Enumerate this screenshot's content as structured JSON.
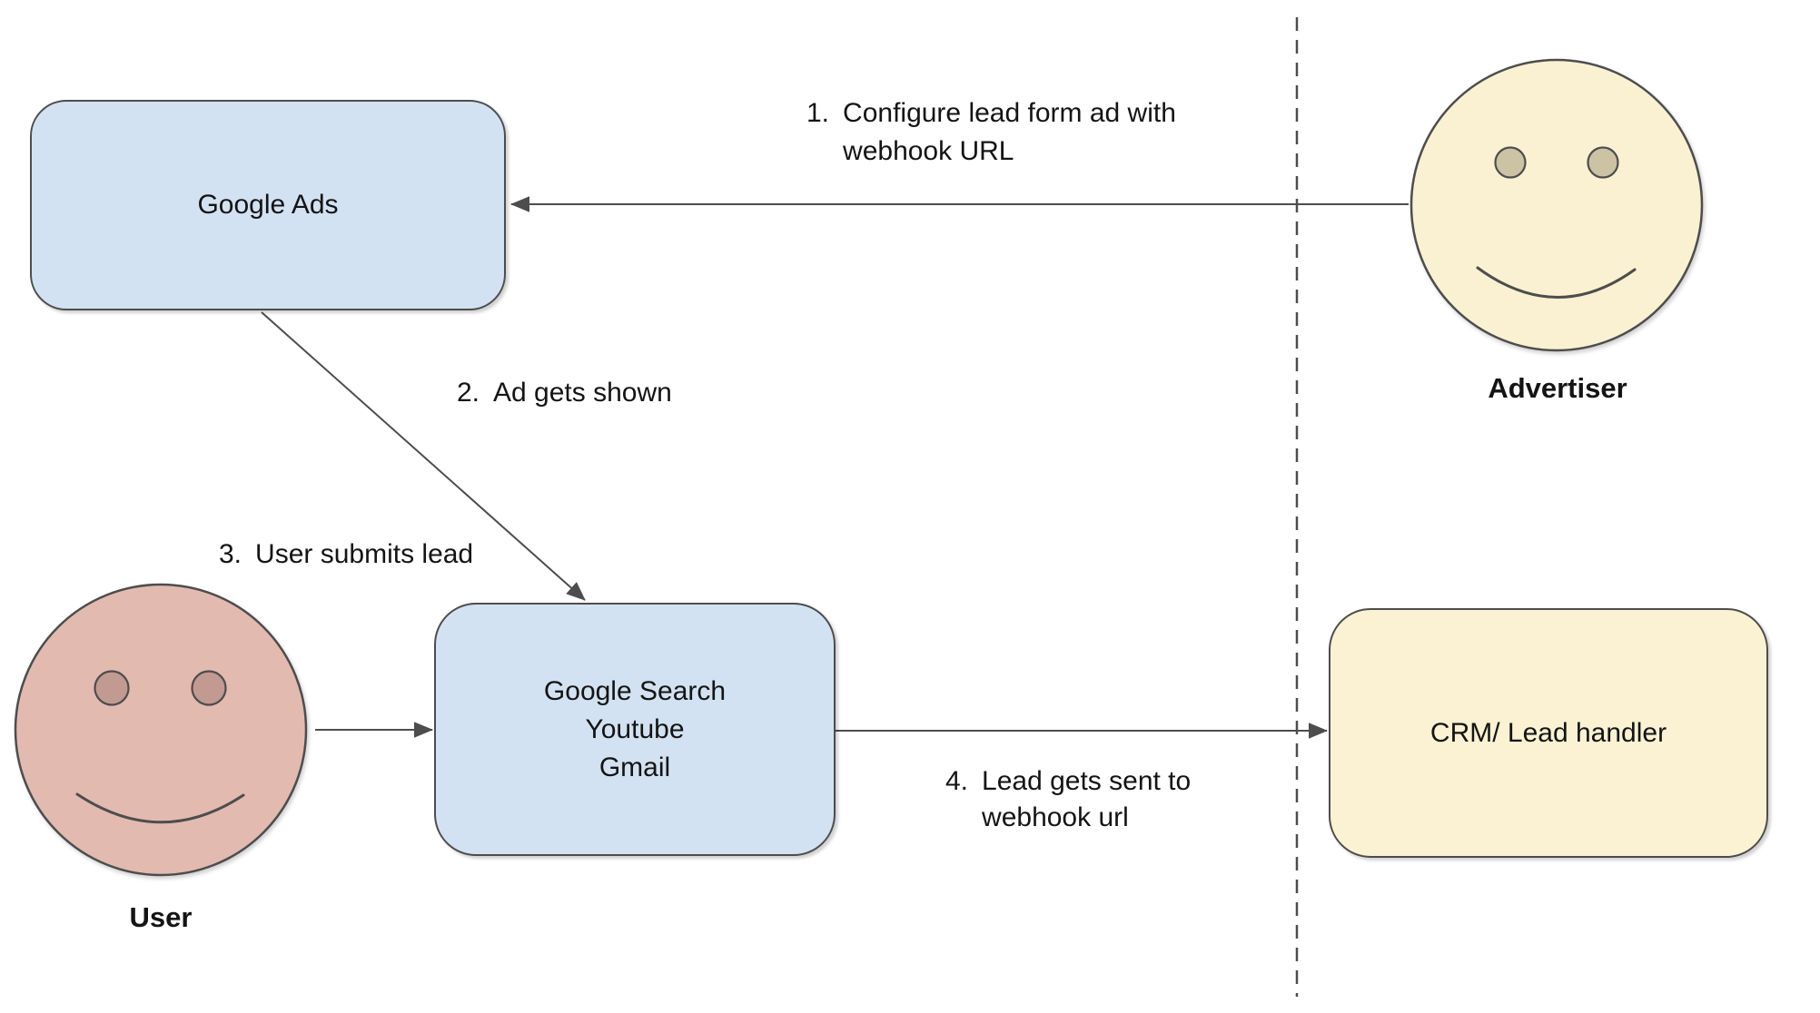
{
  "diagram": {
    "nodes": {
      "google_ads": {
        "label": "Google Ads"
      },
      "surfaces": {
        "line1": "Google Search",
        "line2": "Youtube",
        "line3": "Gmail"
      },
      "crm": {
        "label": "CRM/ Lead handler"
      }
    },
    "actors": {
      "advertiser": {
        "label": "Advertiser"
      },
      "user": {
        "label": "User"
      }
    },
    "steps": [
      {
        "num": "1.",
        "line1": "Configure lead form ad with",
        "line2": "webhook URL"
      },
      {
        "num": "2.",
        "line1": "Ad gets shown"
      },
      {
        "num": "3.",
        "line1": "User submits lead"
      },
      {
        "num": "4.",
        "line1": "Lead gets sent to",
        "line2": "webhook url"
      }
    ],
    "colors": {
      "background": "#ffffff",
      "stroke": "#4d4d4d",
      "text": "#141414",
      "blue_node_fill": "#d3e2f2",
      "yellow_node_fill": "#faf2d2",
      "advertiser_face_fill": "#faf1d2",
      "advertiser_eye_fill": "#cbc3a4",
      "user_face_fill": "#e3bab0",
      "user_eye_fill": "#c29a91"
    }
  }
}
